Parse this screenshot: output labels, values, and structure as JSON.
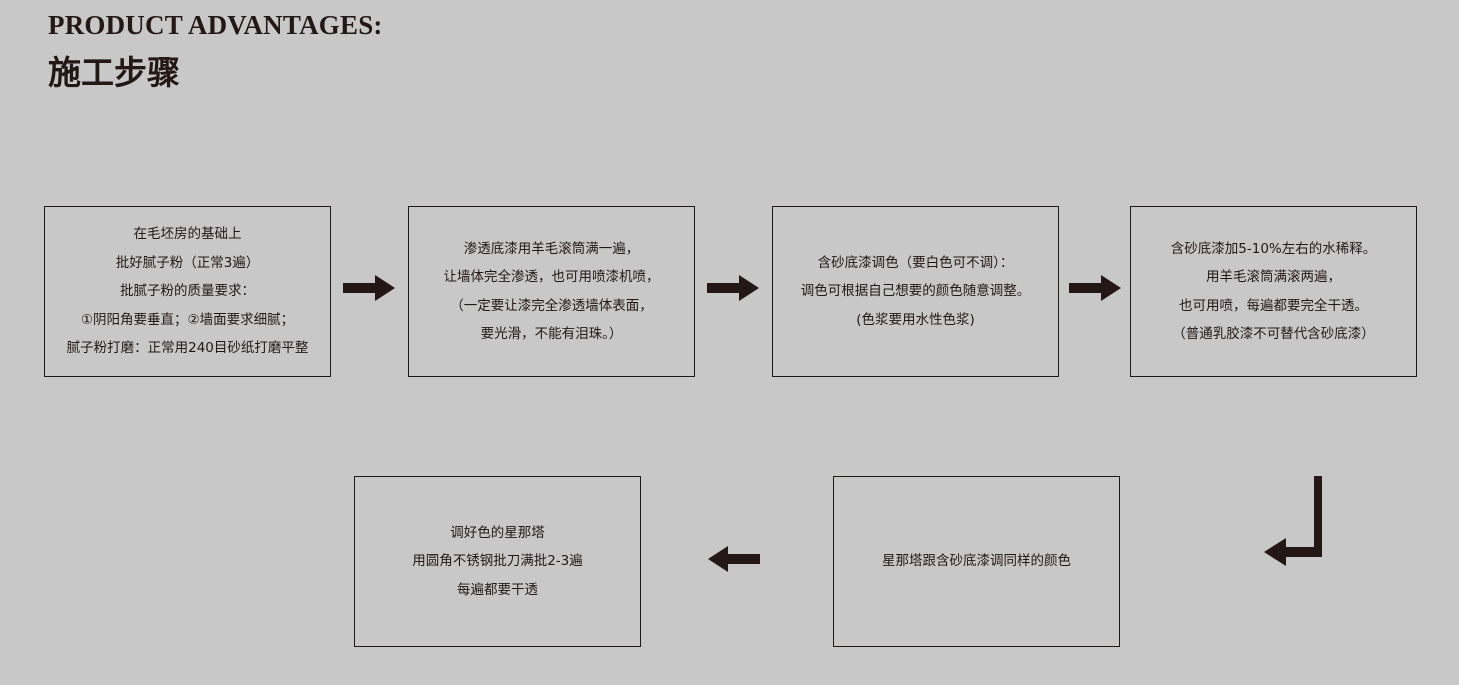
{
  "header": {
    "title_en": "PRODUCT ADVANTAGES:",
    "title_cn": "施工步骤"
  },
  "steps": [
    {
      "lines": [
        "在毛坯房的基础上",
        "批好腻子粉（正常3遍）",
        "批腻子粉的质量要求：",
        "①阴阳角要垂直；②墙面要求细腻；",
        "腻子粉打磨：正常用240目砂纸打磨平整"
      ]
    },
    {
      "lines": [
        "渗透底漆用羊毛滚筒满一遍，",
        "让墙体完全渗透，也可用喷漆机喷，",
        "（一定要让漆完全渗透墙体表面，",
        "要光滑，不能有泪珠。）"
      ]
    },
    {
      "lines": [
        "含砂底漆调色（要白色可不调）：",
        "调色可根据自己想要的颜色随意调整。",
        "(色浆要用水性色浆)"
      ]
    },
    {
      "lines": [
        "含砂底漆加5-10%左右的水稀释。",
        "用羊毛滚筒满滚两遍，",
        "也可用喷，每遍都要完全干透。",
        "（普通乳胶漆不可替代含砂底漆）"
      ]
    },
    {
      "lines": [
        "星那塔跟含砂底漆调同样的颜色"
      ]
    },
    {
      "lines": [
        "调好色的星那塔",
        "用圆角不锈钢批刀满批2-3遍",
        "每遍都要干透"
      ]
    }
  ],
  "arrows": {
    "color": "#231815"
  }
}
